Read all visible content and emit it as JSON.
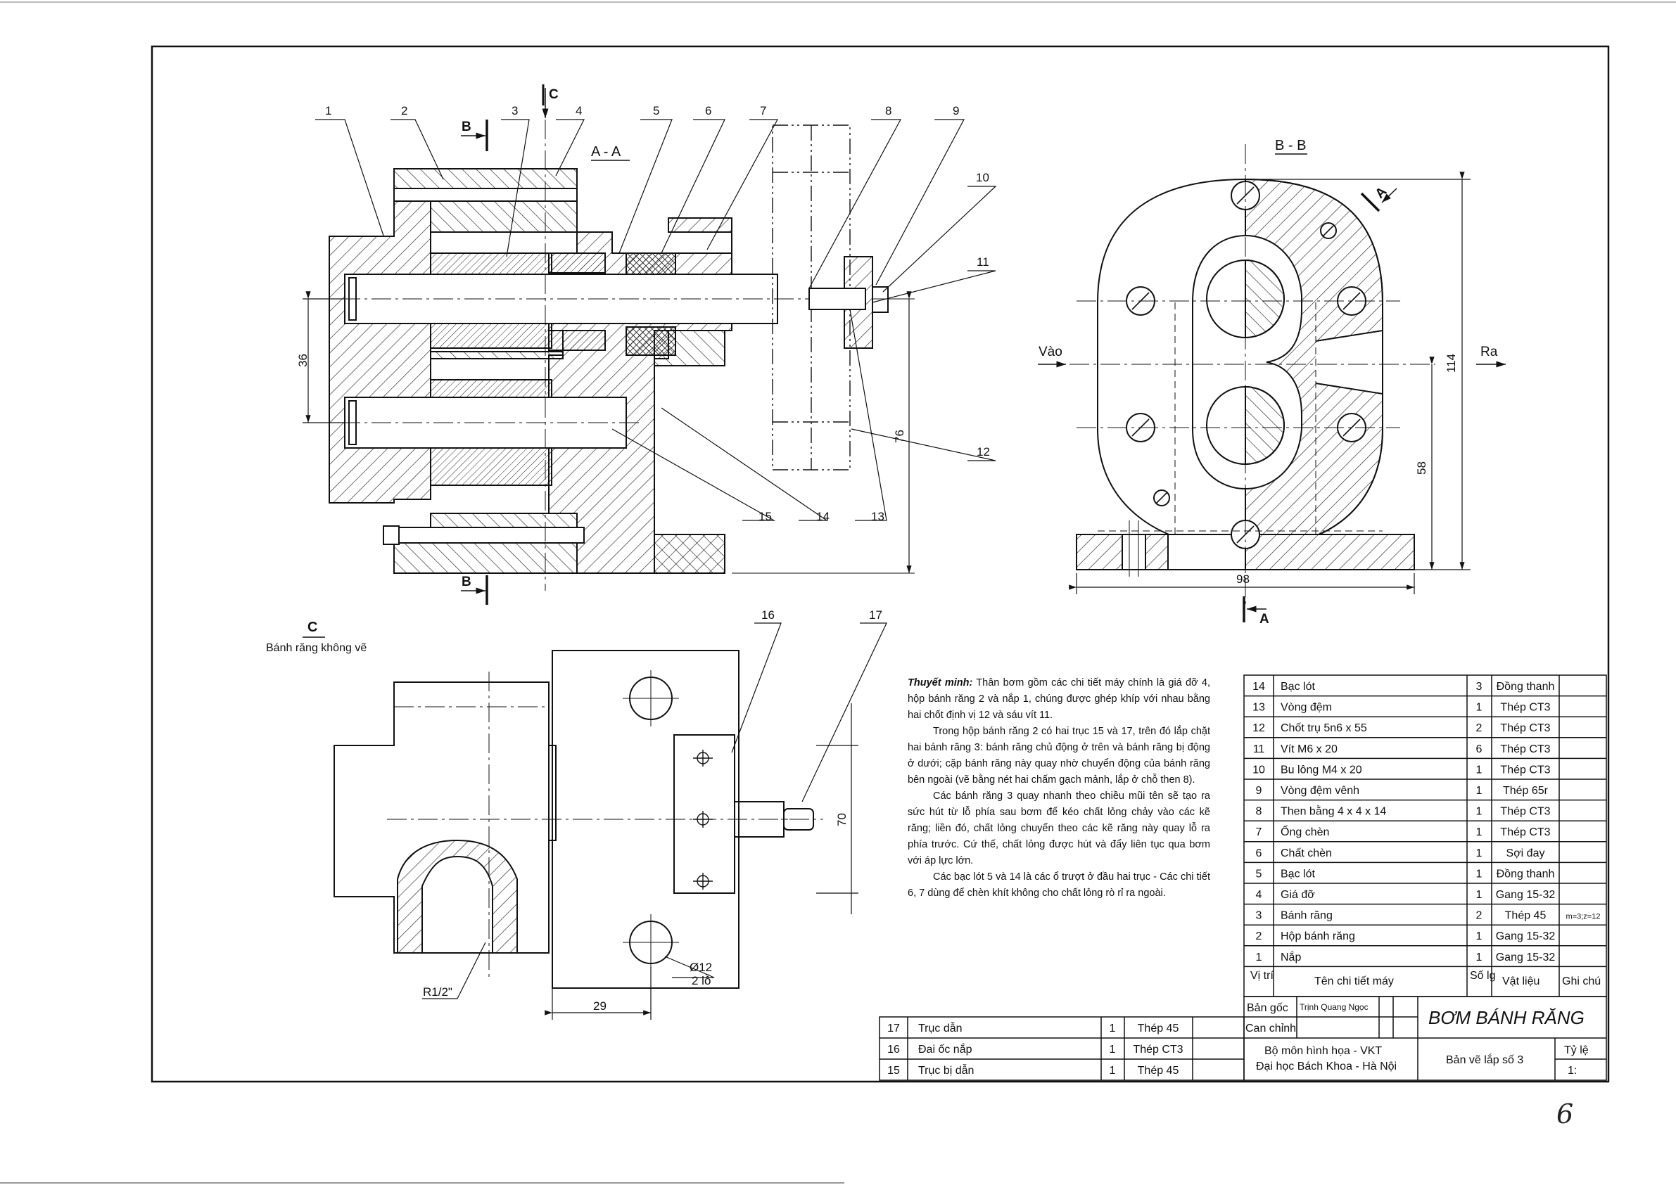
{
  "drawing": {
    "balloons": [
      "1",
      "2",
      "3",
      "4",
      "5",
      "6",
      "7",
      "8",
      "9",
      "10",
      "11",
      "12",
      "13",
      "14",
      "15",
      "16",
      "17"
    ],
    "section_marks": {
      "b_top": "B",
      "c_arrow": "C",
      "aa_title": "A - A",
      "b_bottom": "B",
      "bb_title": "B - B",
      "a_top": "A",
      "a_bottom": "A"
    },
    "view_c_title": "C",
    "view_c_note": "Bánh răng không vẽ",
    "dimensions": {
      "d36": "36",
      "d76": "76",
      "d114": "114",
      "d58": "58",
      "d98": "98",
      "d70": "70",
      "d29": "29",
      "phi12": "Ø12",
      "holes": "2 lỗ",
      "thread": "R1/2\""
    },
    "flow": {
      "inlet": "Vào",
      "outlet": "Ra"
    }
  },
  "notes": {
    "heading": "Thuyết minh:",
    "p1": " Thân bơm gồm các chi tiết máy chính là giá đỡ 4, hộp bánh răng 2 và nắp 1, chúng được ghép khíp với nhau bằng hai chốt định vị 12 và sáu vít 11.",
    "p2": "Trong hộp bánh răng 2 có hai trục 15 và 17, trên đó lắp chặt hai bánh răng 3: bánh răng chủ động ở trên và bánh răng bị động ở dưới; cặp bánh răng này quay nhờ chuyển động của bánh răng bên ngoài (vẽ bằng nét hai chấm gạch mảnh, lắp ở chỗ then 8).",
    "p3": "Các bánh răng 3 quay nhanh theo chiều mũi tên sẽ tạo ra sức hút từ lỗ phía sau bơm để kéo chất lỏng chảy vào các kẽ răng; liền đó, chất lỏng chuyển theo các kẽ răng này quay lỗ ra phía trước. Cứ thế, chất lỏng được hút và đẩy liên tục qua bơm với áp lực lớn.",
    "p4": "Các bạc lót 5 và 14 là các ổ trượt ở đầu hai trục - Các chi tiết 6, 7 dùng để chèn khít không cho chất lỏng rò rỉ ra ngoài."
  },
  "parts": {
    "rows": [
      {
        "no": "14",
        "name": "Bạc lót",
        "qty": "3",
        "mat": "Đồng thanh",
        "note": ""
      },
      {
        "no": "13",
        "name": "Vòng đệm",
        "qty": "1",
        "mat": "Thép CT3",
        "note": ""
      },
      {
        "no": "12",
        "name": "Chốt trụ 5n6 x 55",
        "qty": "2",
        "mat": "Thép CT3",
        "note": ""
      },
      {
        "no": "11",
        "name": "Vít M6 x 20",
        "qty": "6",
        "mat": "Thép CT3",
        "note": ""
      },
      {
        "no": "10",
        "name": "Bu lông M4 x 20",
        "qty": "1",
        "mat": "Thép CT3",
        "note": ""
      },
      {
        "no": "9",
        "name": "Vòng đệm vênh",
        "qty": "1",
        "mat": "Thép 65r",
        "note": ""
      },
      {
        "no": "8",
        "name": "Then bằng 4 x 4 x 14",
        "qty": "1",
        "mat": "Thép CT3",
        "note": ""
      },
      {
        "no": "7",
        "name": "Ống chèn",
        "qty": "1",
        "mat": "Thép CT3",
        "note": ""
      },
      {
        "no": "6",
        "name": "Chất chèn",
        "qty": "1",
        "mat": "Sợi đay",
        "note": ""
      },
      {
        "no": "5",
        "name": "Bạc lót",
        "qty": "1",
        "mat": "Đồng thanh",
        "note": ""
      },
      {
        "no": "4",
        "name": "Giá đỡ",
        "qty": "1",
        "mat": "Gang 15-32",
        "note": ""
      },
      {
        "no": "3",
        "name": "Bánh răng",
        "qty": "2",
        "mat": "Thép 45",
        "note": "m=3;z=12"
      },
      {
        "no": "2",
        "name": "Hộp bánh răng",
        "qty": "1",
        "mat": "Gang 15-32",
        "note": ""
      },
      {
        "no": "1",
        "name": "Nắp",
        "qty": "1",
        "mat": "Gang 15-32",
        "note": ""
      }
    ],
    "header": {
      "no": "Vị trí",
      "name": "Tên chi tiết máy",
      "qty": "Số lg",
      "mat": "Vật liệu",
      "note": "Ghi chú"
    },
    "lower_rows": [
      {
        "no": "17",
        "name": "Trục dẫn",
        "qty": "1",
        "mat": "Thép 45"
      },
      {
        "no": "16",
        "name": "Đai ốc nắp",
        "qty": "1",
        "mat": "Thép CT3"
      },
      {
        "no": "15",
        "name": "Trục bị dẫn",
        "qty": "1",
        "mat": "Thép 45"
      }
    ]
  },
  "titleblock": {
    "drawn_label": "Bản gốc",
    "drawn_name": "Trịnh Quang Ngọc",
    "checked_label": "Can chỉnh",
    "title": "BƠM BÁNH RĂNG",
    "dept": "Bộ môn hình họa - VKT",
    "univ": "Đại học Bách Khoa - Hà Nội",
    "sheet": "Bản vẽ lắp số 3",
    "scale_label": "Tỷ lệ",
    "scale_value": "1:"
  },
  "page_number": "6"
}
